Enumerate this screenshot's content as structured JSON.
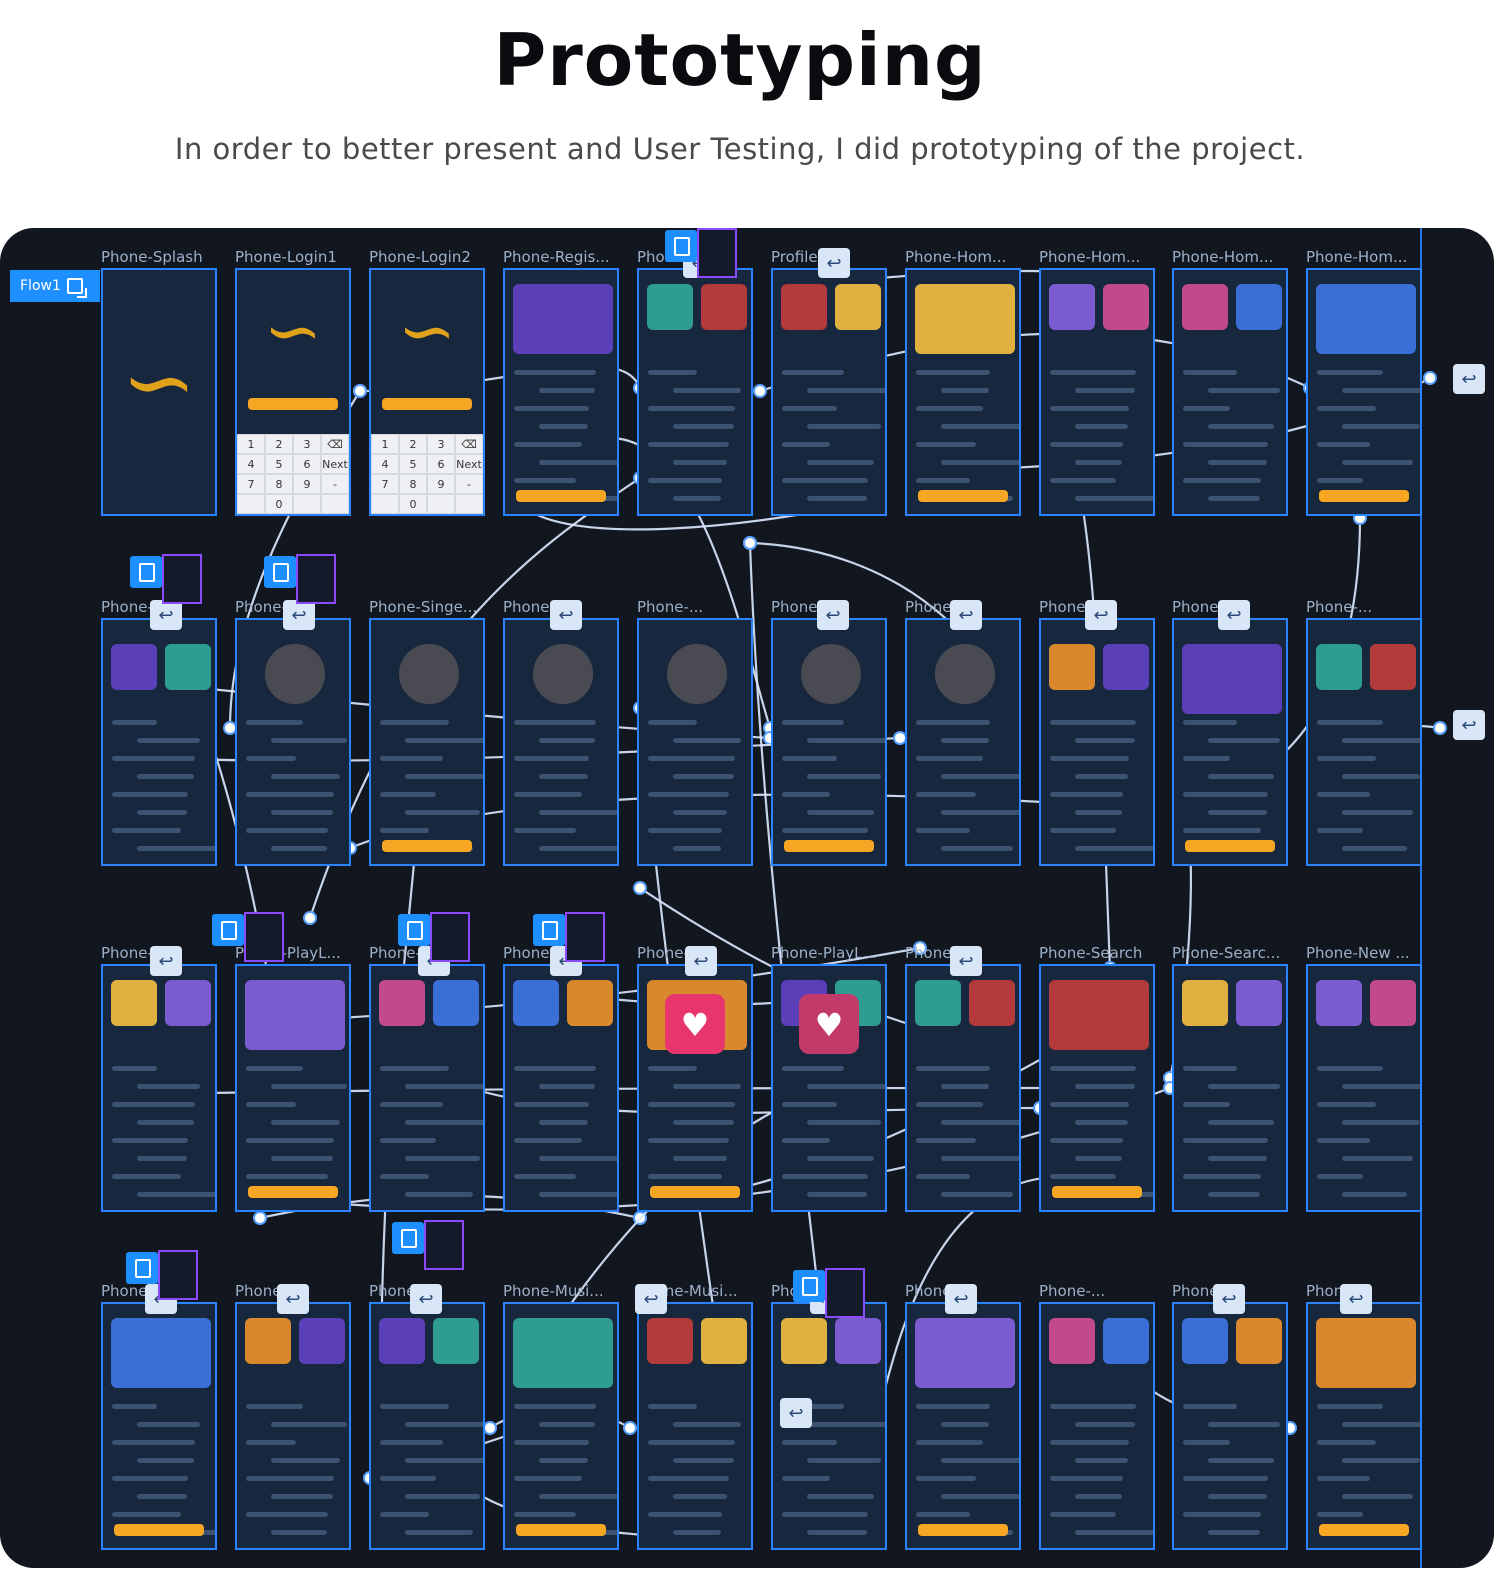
{
  "header": {
    "title": "Prototyping",
    "subtitle": "In order to better present and User Testing, I did prototyping of the project."
  },
  "flow": {
    "label": "Flow1"
  },
  "colors": {
    "canvas_bg": "#11161f",
    "frame_border": "#2a84ff",
    "accent": "#f5a623",
    "link": "#dbe9ff"
  },
  "rows": [
    {
      "frames": [
        "Phone-Splash",
        "Phone-Login1",
        "Phone-Login2",
        "Phone-Regis...",
        "Phone-Profile",
        "Profile-...",
        "Phone-Hom...",
        "Phone-Hom...",
        "Phone-Hom...",
        "Phone-Hom..."
      ]
    },
    {
      "frames": [
        "Phone-...",
        "Phone-...",
        "Phone-Singe...",
        "Phone-...",
        "Phone-...",
        "Phone-...",
        "Phone-...",
        "Phone-...",
        "Phone-...",
        "Phone-..."
      ]
    },
    {
      "frames": [
        "Phone-...",
        "Phone-PlayL...",
        "Phone-...",
        "Phone-...",
        "Phone-...",
        "Phone-PlayL...",
        "Phone-...",
        "Phone-Search",
        "Phone-Searc...",
        "Phone-New ..."
      ]
    },
    {
      "frames": [
        "Phone-...",
        "Phone-...",
        "Phone-...",
        "Phone-Musi...",
        "Phone-Musi...",
        "Phone-...",
        "Phone-...",
        "Phone-...",
        "Phone-...",
        "Phone-..."
      ]
    }
  ],
  "keypad": [
    "1",
    "2",
    "3",
    "⌫",
    "4",
    "5",
    "6",
    "Next",
    "7",
    "8",
    "9",
    "-",
    "",
    "0",
    "",
    ""
  ],
  "icons": {
    "back": "back-arrow-icon",
    "copy": "copy-icon",
    "flow": "flow-start-icon"
  }
}
